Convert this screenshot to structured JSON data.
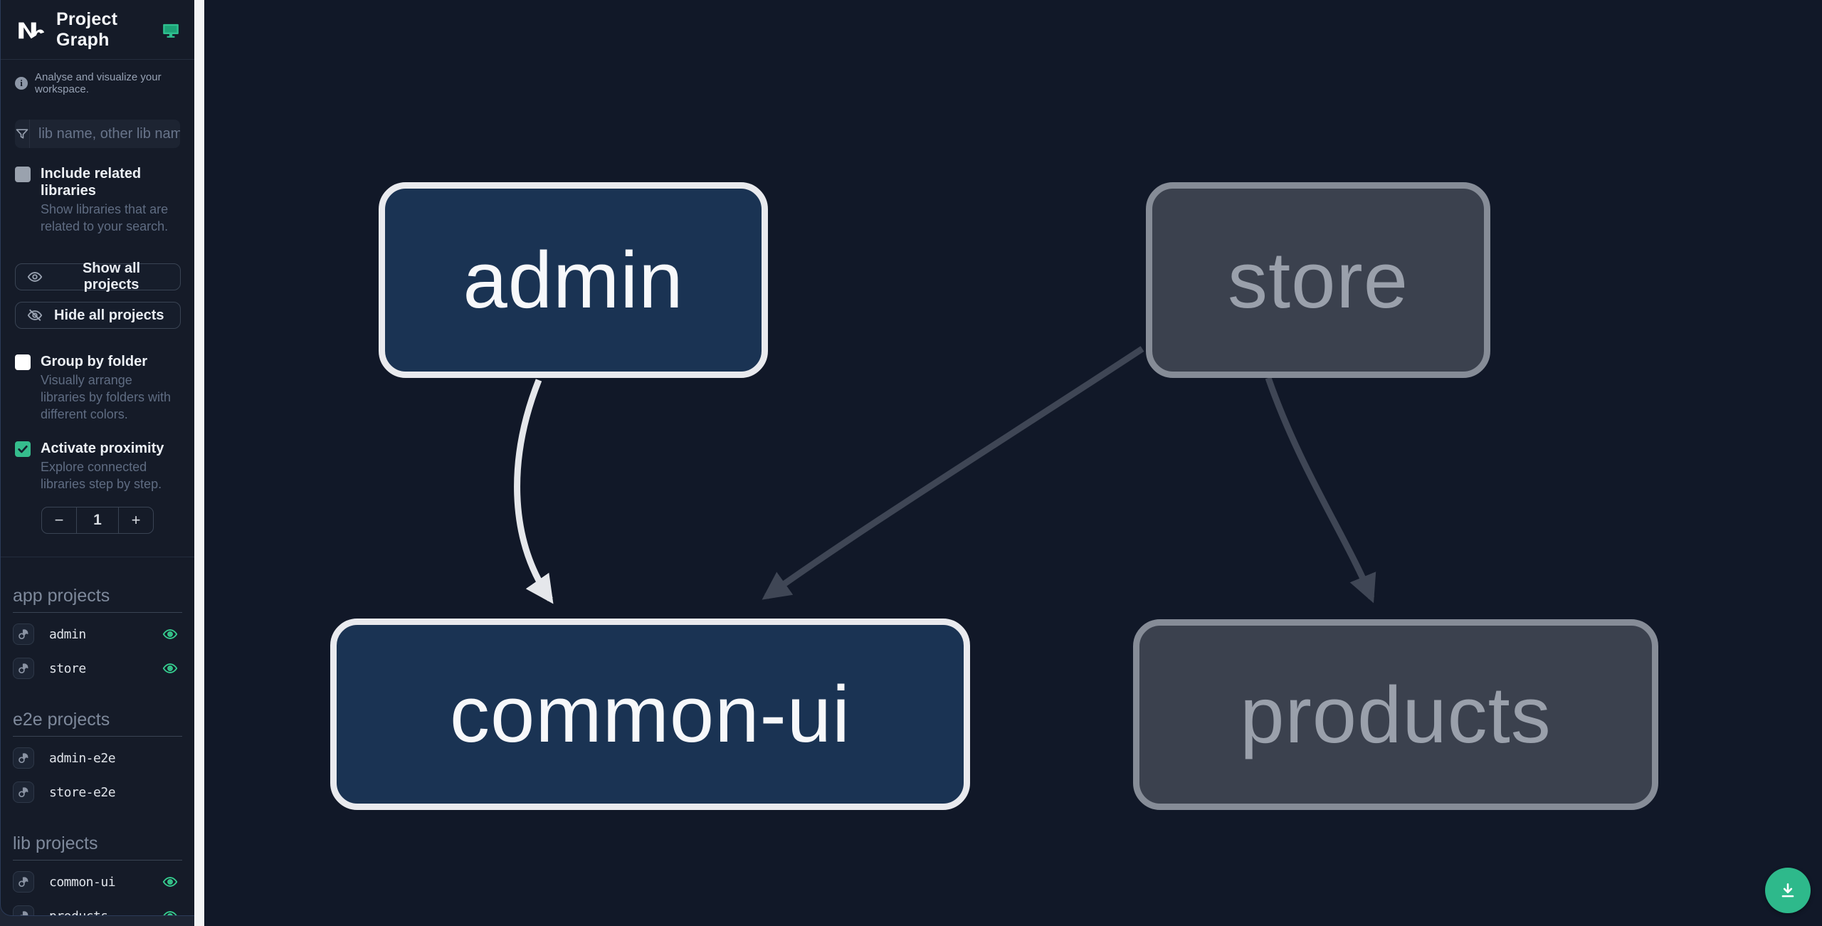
{
  "app": {
    "title": "Project Graph"
  },
  "sidebar": {
    "tagline": "Analyse and visualize your workspace.",
    "search": {
      "placeholder": "lib name, other lib name"
    },
    "toggles": {
      "include_related": {
        "label": "Include related libraries",
        "description": "Show libraries that are related to your search.",
        "checked": false
      },
      "group_by_folder": {
        "label": "Group by folder",
        "description": "Visually arrange libraries by folders with different colors.",
        "checked": false
      },
      "activate_proximity": {
        "label": "Activate proximity",
        "description": "Explore connected libraries step by step.",
        "checked": true
      }
    },
    "actions": {
      "show_all": "Show all projects",
      "hide_all": "Hide all projects"
    },
    "proximity_stepper": {
      "decrement": "−",
      "value": "1",
      "increment": "+"
    },
    "sections": [
      {
        "heading": "app projects",
        "items": [
          {
            "name": "admin",
            "visible": true
          },
          {
            "name": "store",
            "visible": true
          }
        ]
      },
      {
        "heading": "e2e projects",
        "items": [
          {
            "name": "admin-e2e",
            "visible": false
          },
          {
            "name": "store-e2e",
            "visible": false
          }
        ]
      },
      {
        "heading": "lib projects",
        "items": [
          {
            "name": "common-ui",
            "visible": true
          },
          {
            "name": "products",
            "visible": true
          }
        ]
      }
    ]
  },
  "graph": {
    "nodes": [
      {
        "id": "admin",
        "label": "admin",
        "state": "highlighted"
      },
      {
        "id": "store",
        "label": "store",
        "state": "faded"
      },
      {
        "id": "common-ui",
        "label": "common-ui",
        "state": "highlighted"
      },
      {
        "id": "products",
        "label": "products",
        "state": "faded"
      }
    ],
    "edges": [
      {
        "from": "admin",
        "to": "common-ui",
        "emphasis": "highlighted"
      },
      {
        "from": "store",
        "to": "common-ui",
        "emphasis": "faded"
      },
      {
        "from": "store",
        "to": "products",
        "emphasis": "faded"
      }
    ]
  },
  "colors": {
    "accent": "#2fbf8f",
    "canvas_bg": "#111828",
    "sidebar_bg": "#151b28",
    "node_highlight_fill": "#1a3353",
    "node_highlight_border": "#e9eaee",
    "node_faded_fill": "#3b414e",
    "node_faded_border": "#868c97",
    "edge_highlight": "#e5e7eb",
    "edge_faded": "#3f4655"
  }
}
